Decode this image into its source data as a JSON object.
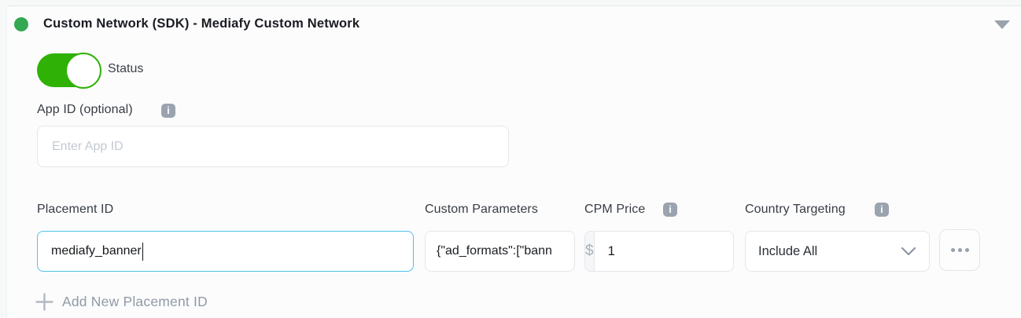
{
  "header": {
    "title": "Custom Network (SDK) - Mediafy Custom Network",
    "status_indicator": "enabled"
  },
  "status_toggle": {
    "label": "Status",
    "state": "on"
  },
  "app_id": {
    "label": "App ID (optional)",
    "placeholder": "Enter App ID",
    "value": ""
  },
  "placement_row": {
    "placement_id": {
      "label": "Placement ID",
      "value": "mediafy_banner",
      "focused": true
    },
    "custom_parameters": {
      "label": "Custom Parameters",
      "value": "{\"ad_formats\":[\"bann"
    },
    "cpm_price": {
      "label": "CPM Price",
      "currency_symbol": "$",
      "value": "1"
    },
    "country_targeting": {
      "label": "Country Targeting",
      "selected_option": "Include All"
    }
  },
  "actions": {
    "add_placement_label": "Add New Placement ID"
  },
  "icons": {
    "info": "i",
    "collapse_caret": "triangle-down",
    "select_chevron": "chevron-down",
    "more": "ellipsis",
    "add": "plus"
  },
  "colors": {
    "status_dot_green": "#34a853",
    "toggle_green": "#2fb105",
    "focus_border_cyan": "#4cc2eb",
    "input_border": "#e3e6ea",
    "label_text": "#373d44",
    "muted_text": "#909aa5"
  }
}
